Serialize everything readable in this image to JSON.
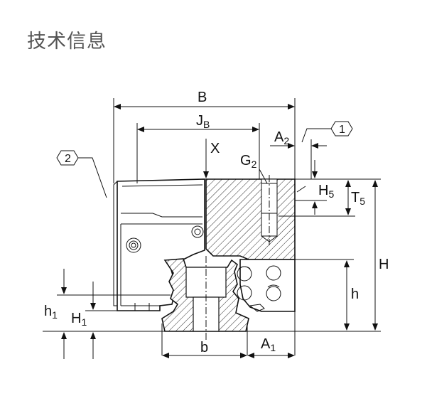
{
  "title": "技术信息",
  "labels": {
    "B": "B",
    "JB_main": "J",
    "JB_sub": "B",
    "X": "X",
    "A2_main": "A",
    "A2_sub": "2",
    "G2_main": "G",
    "G2_sub": "2",
    "H5_main": "H",
    "H5_sub": "5",
    "T5_main": "T",
    "T5_sub": "5",
    "H": "H",
    "h": "h",
    "h1_main": "h",
    "h1_sub": "1",
    "H1_main": "H",
    "H1_sub": "1",
    "b": "b",
    "A1_main": "A",
    "A1_sub": "1",
    "callout_1": "1",
    "callout_2": "2"
  }
}
